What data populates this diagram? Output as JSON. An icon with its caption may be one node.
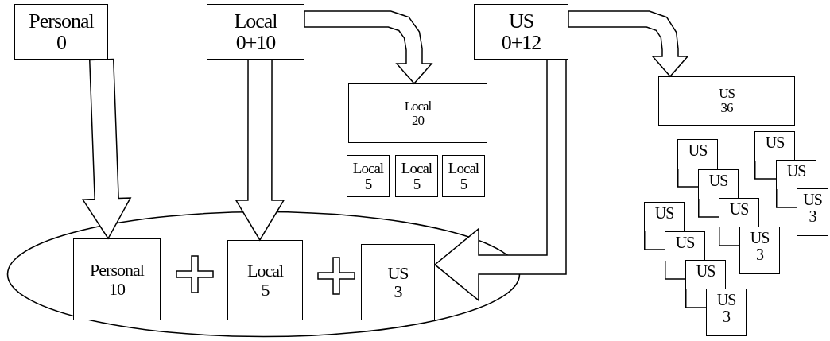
{
  "diagram": {
    "nodes": [
      {
        "text": [
          "Personal",
          "0"
        ]
      },
      {
        "text": [
          "Local",
          "0+10"
        ]
      },
      {
        "text": [
          "US",
          "0+12"
        ]
      },
      {
        "text": [
          "Local",
          "20"
        ]
      },
      {
        "text": [
          "US",
          "36"
        ]
      },
      {
        "text": [
          "Local",
          "5"
        ]
      },
      {
        "text": [
          "Local",
          "5"
        ]
      },
      {
        "text": [
          "Local",
          "5"
        ]
      },
      {
        "text": [],
        "shape": "ellipse"
      },
      {
        "text": [
          "Personal",
          "10"
        ],
        "in": 8
      },
      {
        "text": [
          "Local",
          "5"
        ],
        "in": 8
      },
      {
        "text": [
          "US",
          "3"
        ],
        "in": 8
      },
      {
        "text": [
          "US"
        ]
      },
      {
        "text": [
          "US"
        ]
      },
      {
        "text": [
          "US"
        ]
      },
      {
        "text": [
          "US",
          "3"
        ]
      },
      {
        "text": [
          "US"
        ]
      },
      {
        "text": [
          "US"
        ]
      },
      {
        "text": [
          "US",
          "3"
        ]
      },
      {
        "text": [
          "US"
        ]
      },
      {
        "text": [
          "US"
        ]
      },
      {
        "text": [
          "US"
        ]
      },
      {
        "text": [
          "US",
          "3"
        ]
      }
    ],
    "edges": [
      {
        "from": 0,
        "to": 9,
        "arrow": "to"
      },
      {
        "from": 1,
        "to": 10,
        "arrow": "to"
      },
      {
        "from": 2,
        "to": 11,
        "arrow": "to"
      },
      {
        "from": 1,
        "to": 3,
        "arrow": "to"
      },
      {
        "from": 2,
        "to": 4,
        "arrow": "to"
      }
    ]
  }
}
